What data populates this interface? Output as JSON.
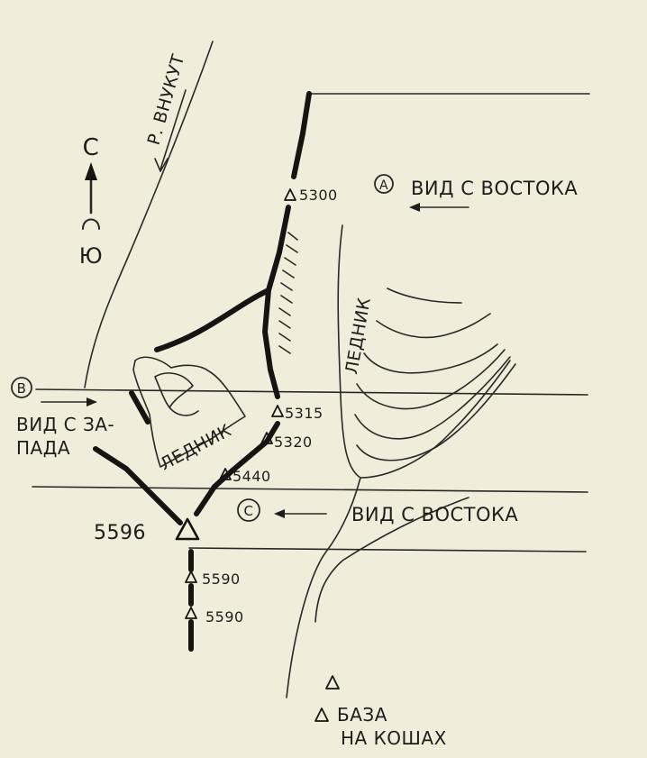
{
  "map": {
    "compass": {
      "north": "С",
      "south": "Ю"
    },
    "river_label": "Р. ВНУКУТ",
    "glacier_label": "ЛЕДНИК",
    "views": {
      "a": {
        "marker": "А",
        "label": "ВИД С ВОСТОКА"
      },
      "b": {
        "marker": "В",
        "label_line1": "ВИД С ЗА-",
        "label_line2": "ПАДА"
      },
      "c": {
        "marker": "С",
        "label": "ВИД С ВОСТОКА"
      }
    },
    "heights": {
      "h5300": "5300",
      "h5315": "5315",
      "h5320": "5320",
      "h5440": "5440",
      "summit": "5596",
      "h5590a": "5590",
      "h5590b": "5590"
    },
    "base": {
      "line1": "БАЗА",
      "line2": "НА КОШАХ"
    }
  }
}
